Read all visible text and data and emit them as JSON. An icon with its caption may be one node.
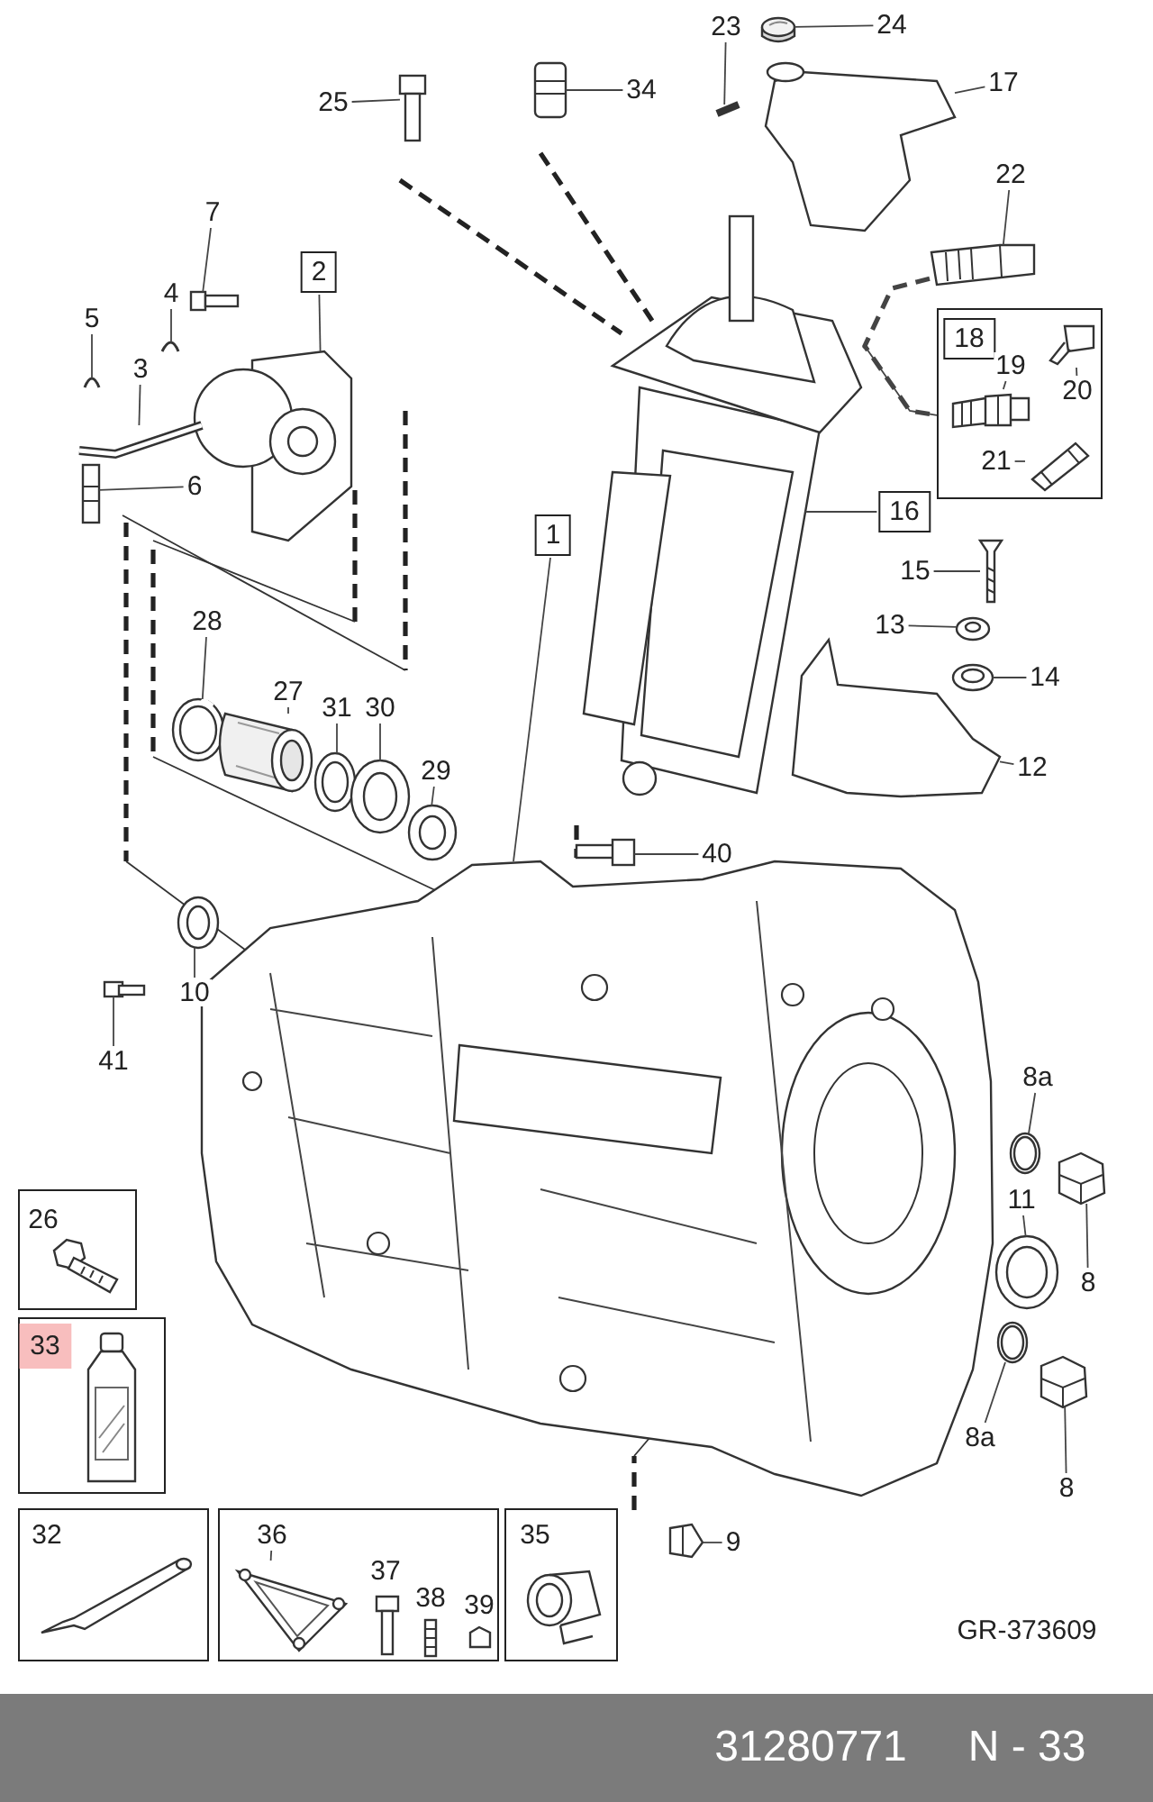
{
  "diagram": {
    "nodes": [
      {
        "text": [
          "25"
        ]
      },
      {
        "text": [
          "34"
        ]
      },
      {
        "text": [
          "23"
        ]
      },
      {
        "text": [
          "24"
        ]
      },
      {
        "text": [
          "17"
        ]
      },
      {
        "text": [
          "22"
        ]
      },
      {
        "text": [
          "7"
        ]
      },
      {
        "text": [
          "2"
        ]
      },
      {
        "text": [
          "4"
        ]
      },
      {
        "text": [
          "5"
        ]
      },
      {
        "text": [
          "3"
        ]
      },
      {
        "text": [
          "6"
        ]
      },
      {
        "text": [],
        "shape": "box"
      },
      {
        "text": [
          "18"
        ],
        "in": 12
      },
      {
        "text": [
          "19"
        ],
        "in": 12
      },
      {
        "text": [
          "20"
        ],
        "in": 12
      },
      {
        "text": [
          "21"
        ],
        "in": 12
      },
      {
        "text": [
          "1"
        ]
      },
      {
        "text": [
          "16"
        ]
      },
      {
        "text": [
          "15"
        ]
      },
      {
        "text": [
          "13"
        ]
      },
      {
        "text": [
          "14"
        ]
      },
      {
        "text": [
          "28"
        ]
      },
      {
        "text": [
          "27"
        ]
      },
      {
        "text": [
          "31"
        ]
      },
      {
        "text": [
          "30"
        ]
      },
      {
        "text": [
          "12"
        ]
      },
      {
        "text": [
          "29"
        ]
      },
      {
        "text": [
          "40"
        ]
      },
      {
        "text": [
          "10"
        ]
      },
      {
        "text": [
          "41"
        ]
      },
      {
        "text": [
          "8a"
        ]
      },
      {
        "text": [
          "11"
        ]
      },
      {
        "text": [
          "8"
        ]
      },
      {
        "text": [
          "26"
        ]
      },
      {
        "text": [
          "33"
        ]
      },
      {
        "text": [
          "8a"
        ]
      },
      {
        "text": [
          "8"
        ]
      },
      {
        "text": [
          "32"
        ]
      },
      {
        "text": [
          "36"
        ]
      },
      {
        "text": [
          "37"
        ],
        "in": 39
      },
      {
        "text": [
          "38"
        ],
        "in": 39
      },
      {
        "text": [
          "39"
        ],
        "in": 39
      },
      {
        "text": [
          "35"
        ]
      },
      {
        "text": [
          "9"
        ]
      },
      {
        "text": [],
        "shape": "picture"
      },
      {
        "text": [],
        "shape": "picture"
      },
      {
        "text": [],
        "shape": "picture"
      },
      {
        "text": [],
        "shape": "picture"
      },
      {
        "text": [],
        "shape": "picture"
      },
      {
        "text": [],
        "shape": "picture"
      },
      {
        "text": [],
        "shape": "picture"
      },
      {
        "text": [],
        "shape": "picture"
      },
      {
        "text": [],
        "shape": "picture"
      },
      {
        "text": [],
        "shape": "picture"
      },
      {
        "text": [],
        "shape": "picture"
      },
      {
        "text": [],
        "shape": "picture"
      },
      {
        "text": [],
        "shape": "picture",
        "in": 12
      },
      {
        "text": [],
        "shape": "picture",
        "in": 12
      },
      {
        "text": [],
        "shape": "picture",
        "in": 12
      },
      {
        "text": [],
        "shape": "picture"
      },
      {
        "text": [],
        "shape": "picture"
      },
      {
        "text": [],
        "shape": "picture"
      },
      {
        "text": [],
        "shape": "picture"
      },
      {
        "text": [],
        "shape": "picture"
      },
      {
        "text": [],
        "shape": "picture"
      },
      {
        "text": [],
        "shape": "picture"
      },
      {
        "text": [],
        "shape": "picture"
      },
      {
        "text": [],
        "shape": "picture"
      },
      {
        "text": [],
        "shape": "picture"
      },
      {
        "text": [],
        "shape": "picture"
      },
      {
        "text": [],
        "shape": "picture"
      },
      {
        "text": [],
        "shape": "picture"
      },
      {
        "text": [],
        "shape": "picture"
      },
      {
        "text": [],
        "shape": "picture"
      },
      {
        "text": [],
        "shape": "picture"
      },
      {
        "text": [],
        "shape": "picture"
      },
      {
        "text": [],
        "shape": "picture"
      },
      {
        "text": [],
        "shape": "picture"
      },
      {
        "text": [],
        "shape": "picture",
        "in": 39
      },
      {
        "text": [],
        "shape": "picture"
      }
    ],
    "edges": [
      {
        "from": 0,
        "to": 45,
        "arrow": "none"
      },
      {
        "from": 1,
        "to": 46,
        "arrow": "none"
      },
      {
        "from": 2,
        "to": 47,
        "arrow": "none"
      },
      {
        "from": 3,
        "to": 48,
        "arrow": "none"
      },
      {
        "from": 4,
        "to": 49,
        "arrow": "none"
      },
      {
        "from": 5,
        "to": 50,
        "arrow": "none"
      },
      {
        "from": 6,
        "to": 51,
        "arrow": "none"
      },
      {
        "from": 7,
        "to": 52,
        "arrow": "none"
      },
      {
        "from": 8,
        "to": 53,
        "arrow": "none"
      },
      {
        "from": 9,
        "to": 54,
        "arrow": "none"
      },
      {
        "from": 10,
        "to": 55,
        "arrow": "none"
      },
      {
        "from": 11,
        "to": 56,
        "arrow": "none"
      },
      {
        "from": 14,
        "to": 57,
        "arrow": "none"
      },
      {
        "from": 15,
        "to": 58,
        "arrow": "none"
      },
      {
        "from": 16,
        "to": 59,
        "arrow": "none"
      },
      {
        "from": 17,
        "to": 60,
        "arrow": "none"
      },
      {
        "from": 18,
        "to": 61,
        "arrow": "none"
      },
      {
        "from": 19,
        "to": 62,
        "arrow": "none"
      },
      {
        "from": 20,
        "to": 63,
        "arrow": "none"
      },
      {
        "from": 21,
        "to": 64,
        "arrow": "none"
      },
      {
        "from": 22,
        "to": 65,
        "arrow": "none"
      },
      {
        "from": 23,
        "to": 66,
        "arrow": "none"
      },
      {
        "from": 24,
        "to": 67,
        "arrow": "none"
      },
      {
        "from": 25,
        "to": 68,
        "arrow": "none"
      },
      {
        "from": 26,
        "to": 69,
        "arrow": "none"
      },
      {
        "from": 27,
        "to": 70,
        "arrow": "none"
      },
      {
        "from": 28,
        "to": 71,
        "arrow": "none"
      },
      {
        "from": 29,
        "to": 72,
        "arrow": "none"
      },
      {
        "from": 30,
        "to": 73,
        "arrow": "none"
      },
      {
        "from": 31,
        "to": 74,
        "arrow": "none"
      },
      {
        "from": 32,
        "to": 75,
        "arrow": "none"
      },
      {
        "from": 33,
        "to": 76,
        "arrow": "none"
      },
      {
        "from": 36,
        "to": 77,
        "arrow": "none"
      },
      {
        "from": 37,
        "to": 78,
        "arrow": "none"
      },
      {
        "from": 39,
        "to": 79,
        "arrow": "none"
      },
      {
        "from": 44,
        "to": 80,
        "arrow": "none"
      },
      {
        "from": 50,
        "to": 12,
        "arrow": "none",
        "style": "dashed"
      },
      {
        "from": 61,
        "to": 12,
        "arrow": "none"
      }
    ],
    "labels": [
      "GR-373609",
      "31280771",
      "N - 33"
    ]
  }
}
